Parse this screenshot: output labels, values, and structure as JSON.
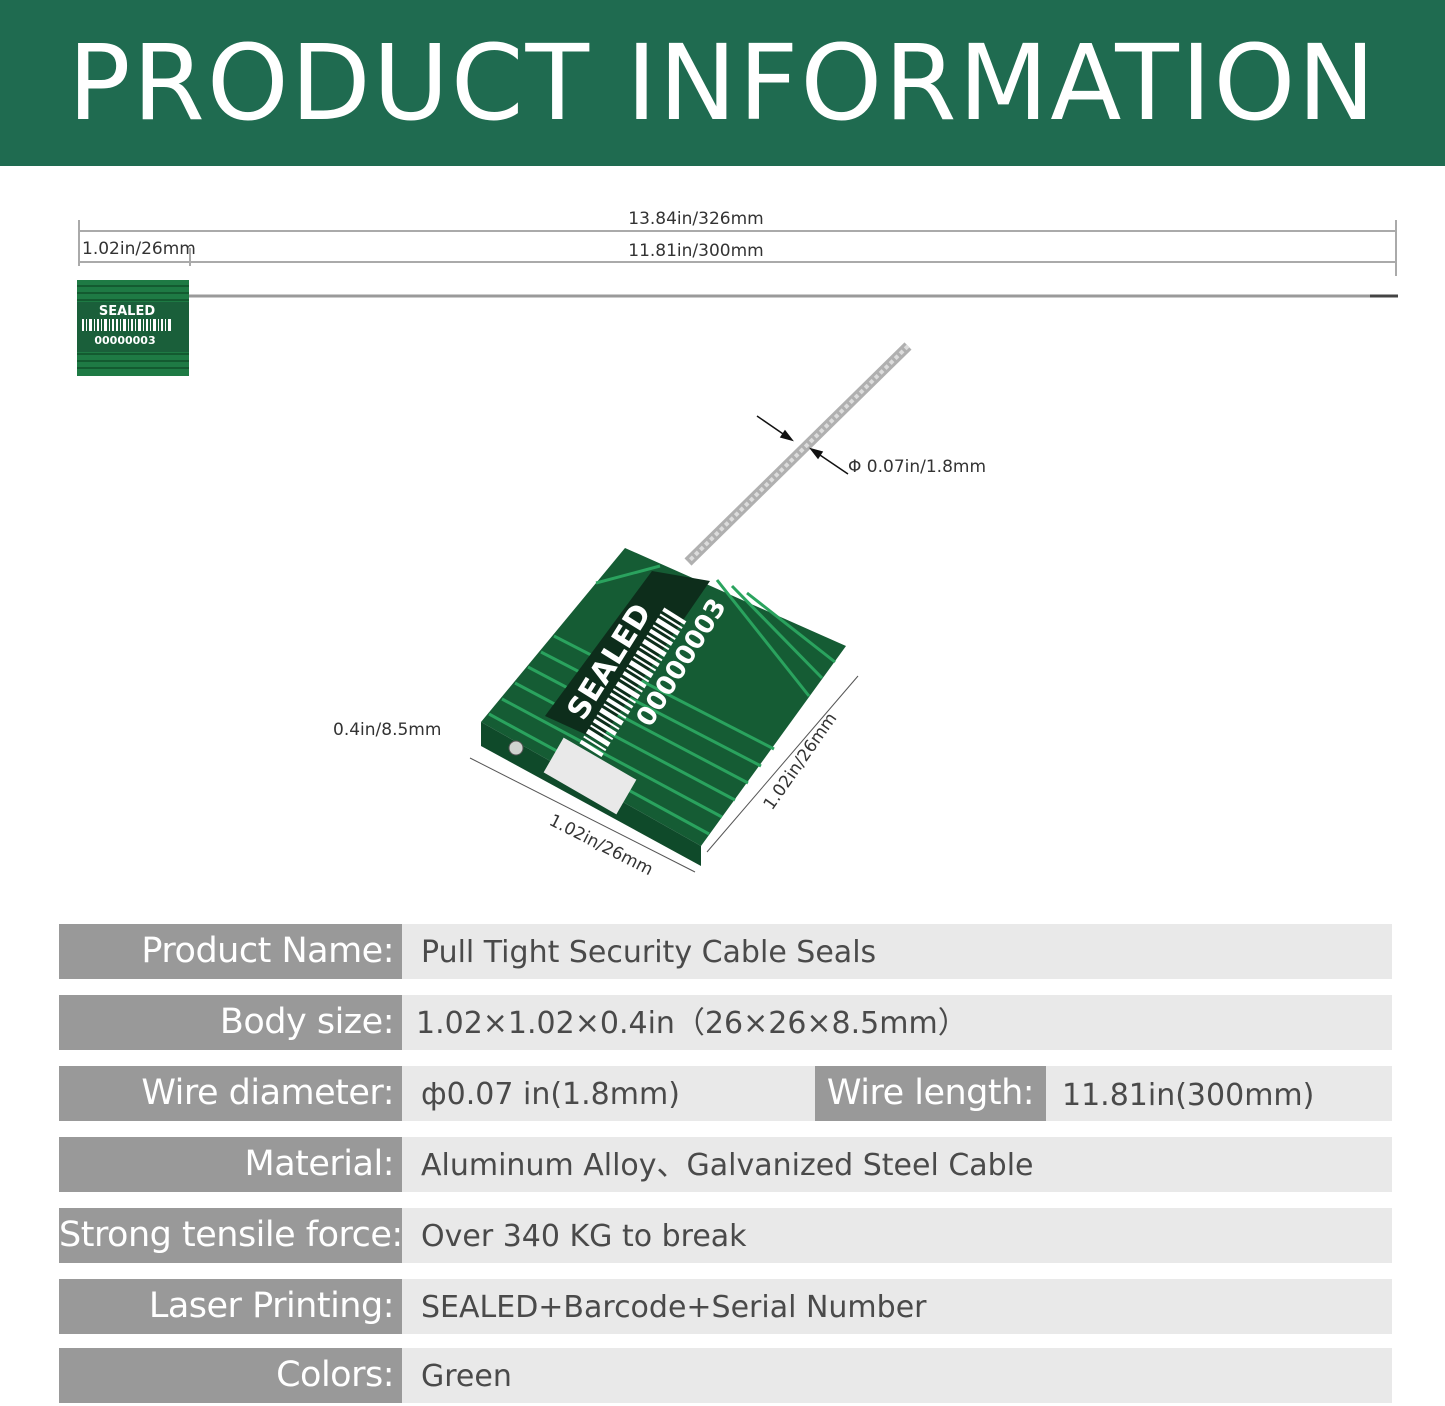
{
  "header": {
    "title": "PRODUCT INFORMATION"
  },
  "colors": {
    "brand_green": "#1f6b50",
    "label_gray": "#999999",
    "row_gray": "#e9e9e9",
    "seal_green": "#1e8a4a"
  },
  "diagram": {
    "overall_length": "13.84in/326mm",
    "body_length": "1.02in/26mm",
    "wire_length": "11.81in/300mm",
    "wire_diameter": "Φ 0.07in/1.8mm",
    "body_height": "0.4in/8.5mm",
    "body_width": "1.02in/26mm",
    "body_depth": "1.02in/26mm",
    "seal_text": "SEALED",
    "seal_serial": "00000003"
  },
  "specs": [
    {
      "label": "Product Name:",
      "value": "Pull Tight Security Cable Seals"
    },
    {
      "label": "Body size:",
      "value": "1.02×1.02×0.4in（26×26×8.5mm）"
    },
    {
      "label": "Wire diameter:",
      "value": "ф0.07 in(1.8mm)",
      "label2": "Wire length:",
      "value2": "11.81in(300mm)"
    },
    {
      "label": "Material:",
      "value": "Aluminum Alloy、Galvanized Steel Cable"
    },
    {
      "label": "Strong tensile force:",
      "value": "Over 340 KG to break"
    },
    {
      "label": "Laser Printing:",
      "value": "SEALED+Barcode+Serial Number"
    },
    {
      "label": "Colors:",
      "value": "Green"
    }
  ]
}
